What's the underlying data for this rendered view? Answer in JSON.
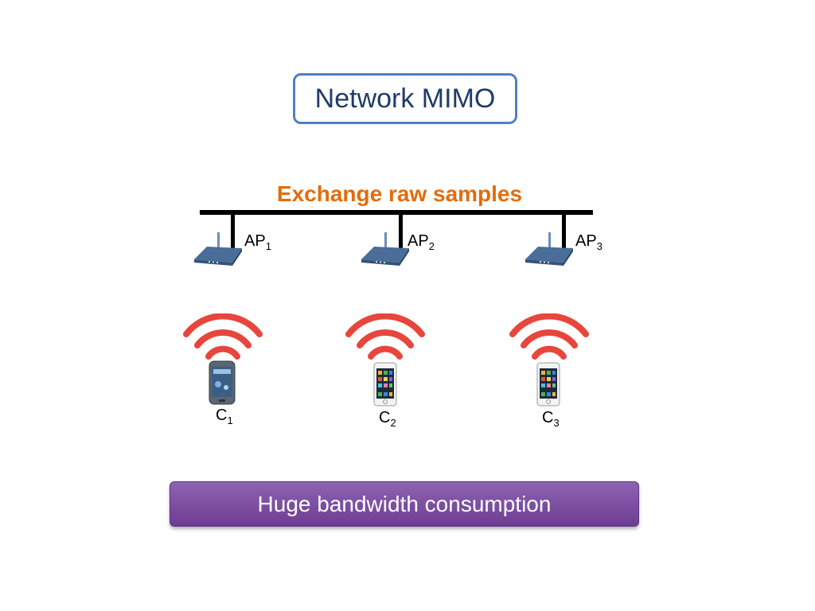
{
  "title": "Network MIMO",
  "bus_label": "Exchange raw samples",
  "access_points": [
    {
      "label": "AP",
      "sub": "1",
      "icon": "router-icon"
    },
    {
      "label": "AP",
      "sub": "2",
      "icon": "router-icon"
    },
    {
      "label": "AP",
      "sub": "3",
      "icon": "router-icon"
    }
  ],
  "clients": [
    {
      "label": "C",
      "sub": "1",
      "icon": "smartphone-icon"
    },
    {
      "label": "C",
      "sub": "2",
      "icon": "smartphone-icon"
    },
    {
      "label": "C",
      "sub": "3",
      "icon": "smartphone-icon"
    }
  ],
  "banner": "Huge bandwidth consumption",
  "colors": {
    "title_border": "#4f81bd",
    "title_text": "#1f3c66",
    "bus_label": "#e46c0a",
    "wifi": "#e8453c",
    "banner": "#7a4aa0"
  }
}
